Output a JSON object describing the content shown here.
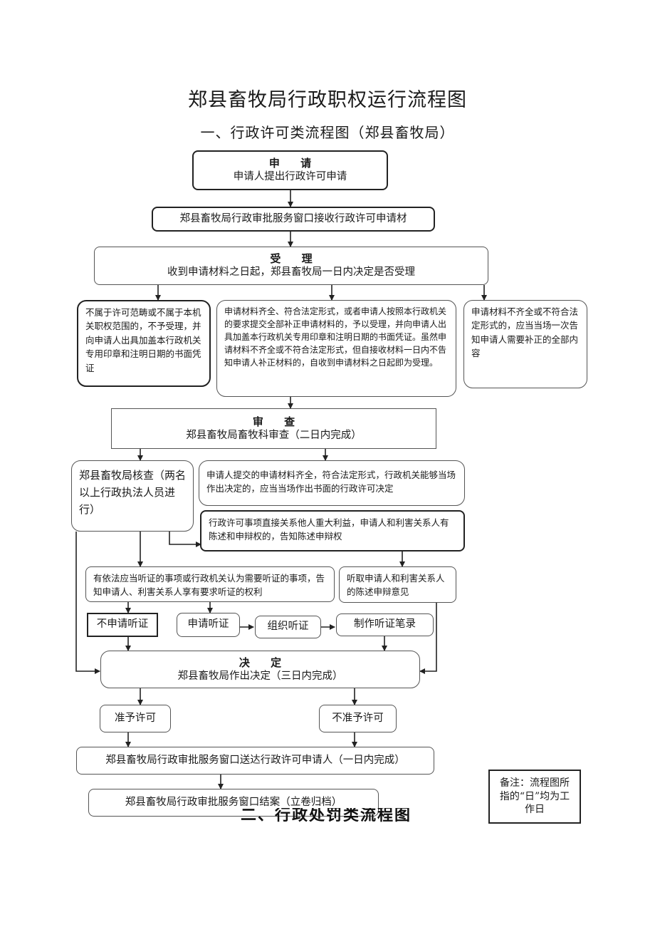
{
  "title": "郑县畜牧局行政职权运行流程图",
  "subtitle": "一、行政许可类流程图（郑县畜牧局）",
  "nodes": {
    "apply": {
      "head": "申 请",
      "text": "申请人提出行政许可申请"
    },
    "receive": {
      "text": "郑县畜牧局行政审批服务窗口接收行政许可申请材"
    },
    "accept": {
      "head": "受 理",
      "text": "收到申请材料之日起，郑县畜牧局一日内决定是否受理"
    },
    "reject_scope": {
      "text": "不属于许可范畴或不属于本机关职权范围的，不予受理，并向申请人出具加盖本行政机关专用印章和注明日期的书面凭证"
    },
    "accept_complete": {
      "text": "申请材料齐全、符合法定形式，或者申请人按照本行政机关的要求提交全部补正申请材料的，予以受理，并向申请人出具加盖本行政机关专用印章和注明日期的书面凭证。虽然申请材料不齐全或不符合法定形式，但自接收材料一日内不告知申请人补正材料的，自收到申请材料之日起即为受理。"
    },
    "incomplete": {
      "text": "申请材料不齐全或不符合法定形式的，应当当场一次告知申请人需要补正的全部内容"
    },
    "review": {
      "head": "审 查",
      "text": "郑县畜牧局畜牧科审查（二日内完成）"
    },
    "verify": {
      "text": "郑县畜牧局核查（两名以上行政执法人员进行）"
    },
    "on_spot": {
      "text": "申请人提交的申请材料齐全，符合法定形式，行政机关能够当场作出决定的，应当当场作出书面的行政许可决定"
    },
    "interest": {
      "text": "行政许可事项直接关系他人重大利益，申请人和利害关系人有陈述和申辩权的，告知陈述申辩权"
    },
    "hearing_notice": {
      "text": "有依法应当听证的事项或行政机关认为需要听证的事项，告知申请人、利害关系人享有要求听证的权利"
    },
    "listen": {
      "text": "听取申请人和利害关系人的陈述申辩意见"
    },
    "no_hearing": {
      "text": "不申请听证"
    },
    "apply_hearing": {
      "text": "申请听证"
    },
    "organize_hearing": {
      "text": "组织听证"
    },
    "hearing_record": {
      "text": "制作听证笔录"
    },
    "decide": {
      "head": "决 定",
      "text": "郑县畜牧局作出决定（三日内完成）"
    },
    "grant": {
      "text": "准予许可"
    },
    "deny": {
      "text": "不准予许可"
    },
    "deliver": {
      "text": "郑县畜牧局行政审批服务窗口送达行政许可申请人（一日内完成）"
    },
    "archive": {
      "text": "郑县畜牧局行政审批服务窗口结案（立卷归档）"
    }
  },
  "note": "备注：流程图所指的“日”均为工作日",
  "bottom_heading": "二、行政处罚类流程图"
}
